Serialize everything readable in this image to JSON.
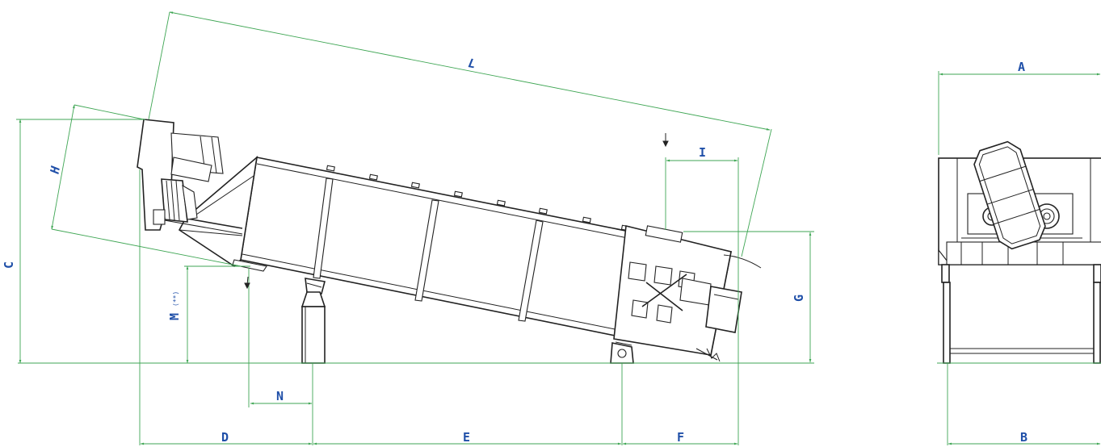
{
  "labels": {
    "L": "L",
    "H": "H",
    "C": "C",
    "M": "M",
    "M_sup": "(**)",
    "N": "N",
    "D": "D",
    "E": "E",
    "F": "F",
    "I": "I",
    "G": "G",
    "A": "A",
    "B": "B"
  },
  "colors": {
    "dimension_lines": "#3fa654",
    "dimension_labels": "#1f4fa8",
    "machine_outline": "#222222"
  }
}
